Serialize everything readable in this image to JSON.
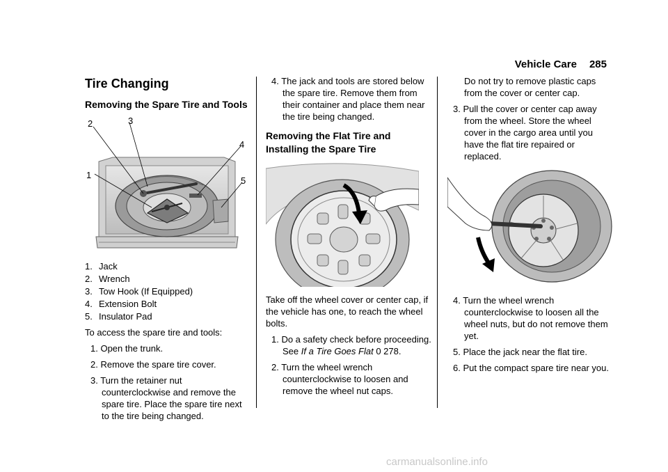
{
  "header": {
    "section": "Vehicle Care",
    "page_number": "285"
  },
  "column1": {
    "title": "Tire Changing",
    "subtitle": "Removing the Spare Tire and Tools",
    "figure_callouts": [
      "1",
      "2",
      "3",
      "4",
      "5"
    ],
    "legend": [
      {
        "num": "1.",
        "text": "Jack"
      },
      {
        "num": "2.",
        "text": "Wrench"
      },
      {
        "num": "3.",
        "text": "Tow Hook (If Equipped)"
      },
      {
        "num": "4.",
        "text": "Extension Bolt"
      },
      {
        "num": "5.",
        "text": "Insulator Pad"
      }
    ],
    "intro": "To access the spare tire and tools:",
    "steps": [
      "1. Open the trunk.",
      "2. Remove the spare tire cover.",
      "3. Turn the retainer nut counterclockwise and remove the spare tire. Place the spare tire next to the tire being changed."
    ]
  },
  "column2": {
    "step4": "4. The jack and tools are stored below the spare tire. Remove them from their container and place them near the tire being changed.",
    "subtitle": "Removing the Flat Tire and Installing the Spare Tire",
    "para": "Take off the wheel cover or center cap, if the vehicle has one, to reach the wheel bolts.",
    "step1_a": "1. Do a safety check before proceeding. See",
    "step1_ref": "If a Tire Goes Flat",
    "step1_page": "0 278.",
    "step2": "2. Turn the wheel wrench counterclockwise to loosen and remove the wheel nut caps."
  },
  "column3": {
    "cont": "Do not try to remove plastic caps from the cover or center cap.",
    "step3": "3. Pull the cover or center cap away from the wheel. Store the wheel cover in the cargo area until you have the flat tire repaired or replaced.",
    "step4": "4. Turn the wheel wrench counterclockwise to loosen all the wheel nuts, but do not remove them yet.",
    "step5": "5. Place the jack near the flat tire.",
    "step6": "6. Put the compact spare tire near you."
  },
  "watermark": "carmanualsonline.info"
}
